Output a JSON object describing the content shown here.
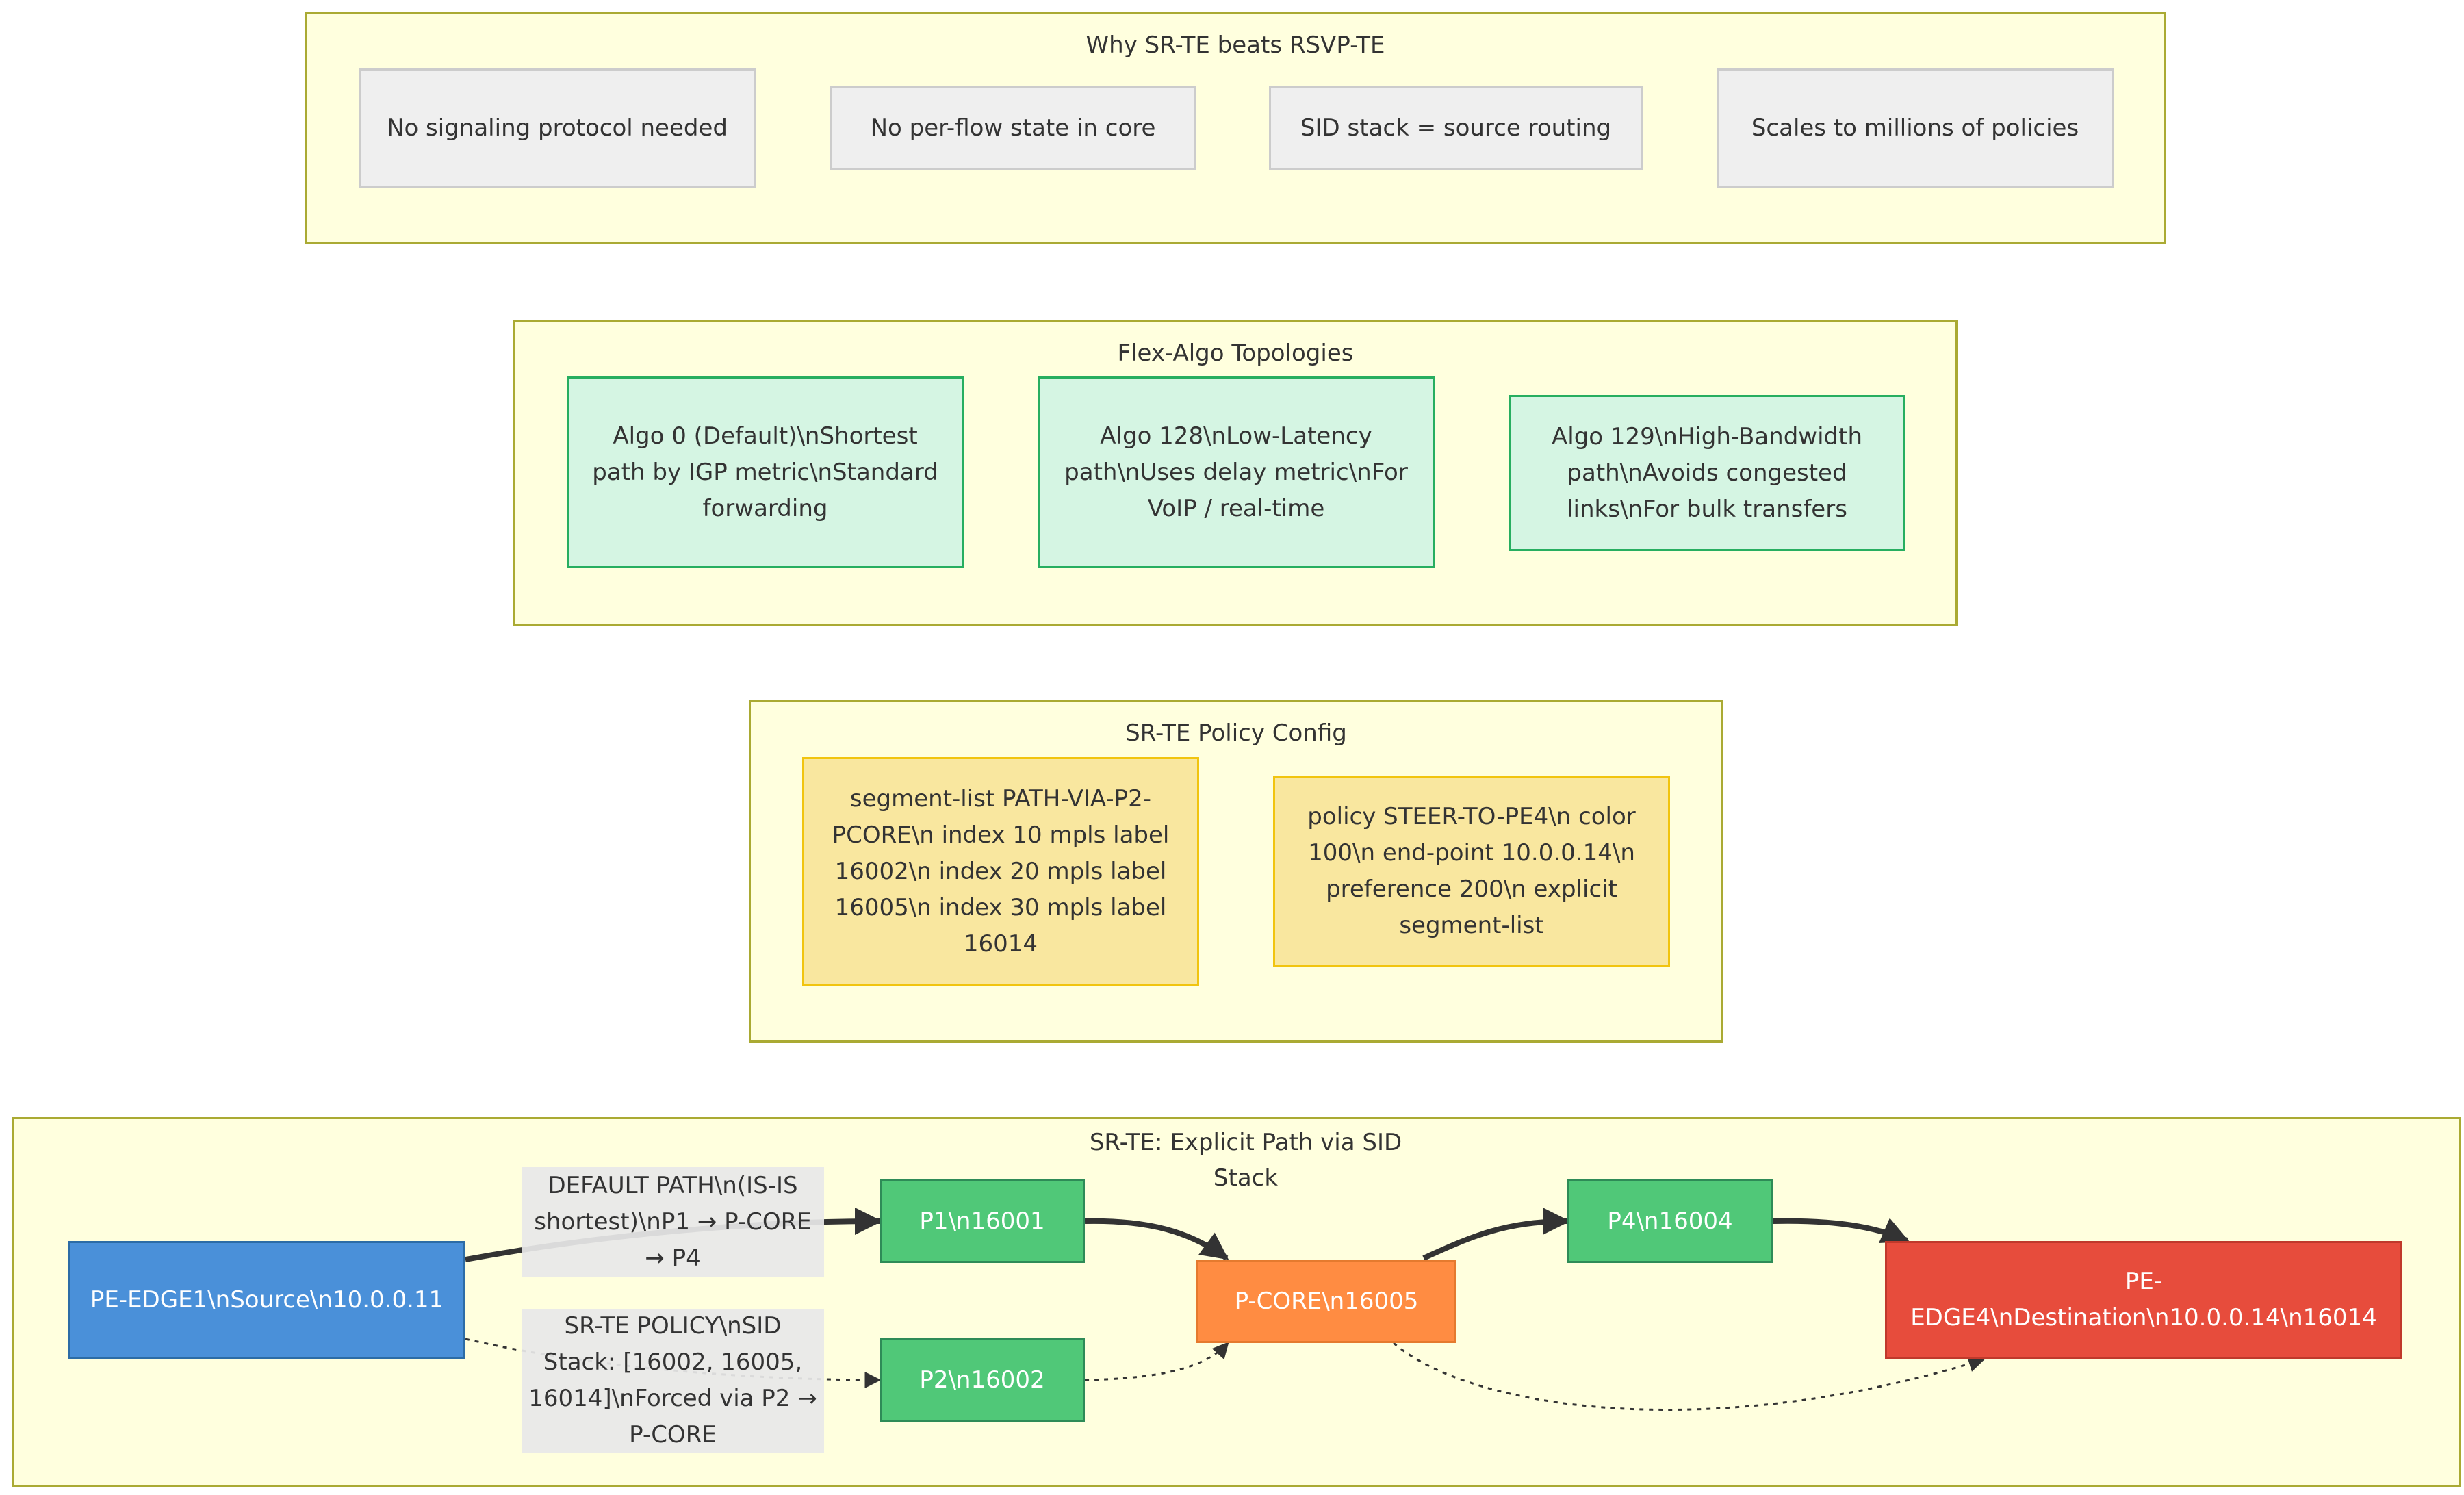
{
  "clusters": {
    "why": {
      "title": "Why SR-TE beats RSVP-TE"
    },
    "flex": {
      "title": "Flex-Algo Topologies"
    },
    "policy": {
      "title": "SR-TE Policy Config"
    },
    "srte": {
      "title": "SR-TE: Explicit Path via SID Stack"
    }
  },
  "nodes": {
    "no_signaling": "No signaling protocol needed",
    "no_state": "No per-flow state in core",
    "sid_stack": "SID stack = source routing",
    "scales": "Scales to millions of policies",
    "algo0": "Algo 0 (Default)\\nShortest path by IGP metric\\nStandard forwarding",
    "algo128": "Algo 128\\nLow-Latency path\\nUses delay metric\\nFor VoIP / real-time",
    "algo129": "Algo 129\\nHigh-Bandwidth path\\nAvoids congested links\\nFor bulk transfers",
    "segment_list": "segment-list PATH-VIA-P2-PCORE\\n  index 10 mpls label 16002\\n  index 20 mpls label 16005\\n  index 30 mpls label 16014",
    "policy_steer": "policy STEER-TO-PE4\\n  color 100\\n  end-point 10.0.0.14\\n  preference 200\\n  explicit segment-list",
    "pe1": "PE-EDGE1\\nSource\\n10.0.0.11",
    "p1": "P1\\n16001",
    "p2": "P2\\n16002",
    "pcore": "P-CORE\\n16005",
    "p4": "P4\\n16004",
    "pe4": "PE-EDGE4\\nDestination\\n10.0.0.14\\n16014"
  },
  "edge_labels": {
    "default_path": "DEFAULT PATH\\n(IS-IS shortest)\\nP1 → P-CORE → P4",
    "srte_policy": "SR-TE POLICY\\nSID Stack: [16002, 16005, 16014]\\nForced via P2 → P-CORE"
  },
  "colors": {
    "cluster_fill": "#ffffde",
    "cluster_border": "#aaaa33",
    "source_blue": "#4a90d9",
    "core_green": "#50c878",
    "pcore_orange": "#ff8c42",
    "destination_red": "#e74c3c",
    "edge_stroke": "#333333"
  }
}
